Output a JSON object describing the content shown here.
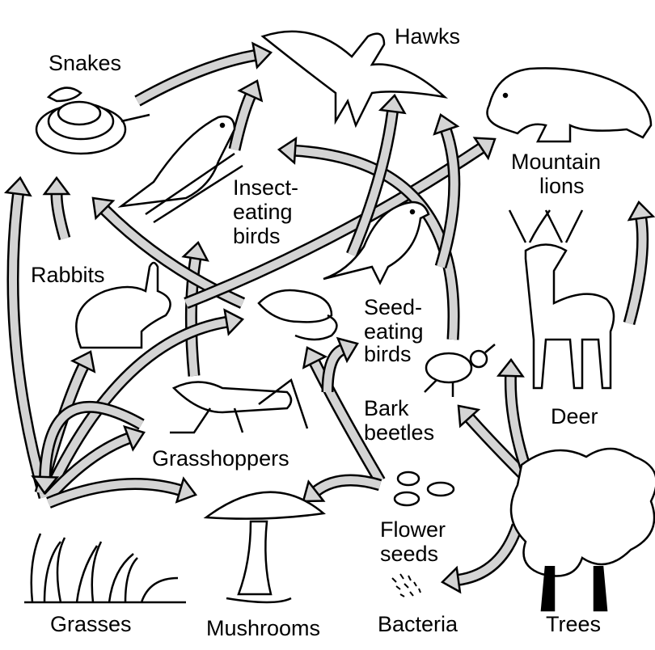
{
  "title": "Food web",
  "labels": {
    "snakes": "Snakes",
    "hawks": "Hawks",
    "mountain_lions_1": "Mountain",
    "mountain_lions_2": "lions",
    "insect_birds_1": "Insect-",
    "insect_birds_2": "eating",
    "insect_birds_3": "birds",
    "rabbits": "Rabbits",
    "seed_birds_1": "Seed-",
    "seed_birds_2": "eating",
    "seed_birds_3": "birds",
    "bark_beetles_1": "Bark",
    "bark_beetles_2": "beetles",
    "deer": "Deer",
    "grasshoppers": "Grasshoppers",
    "flower_seeds_1": "Flower",
    "flower_seeds_2": "seeds",
    "grasses": "Grasses",
    "mushrooms": "Mushrooms",
    "bacteria": "Bacteria",
    "trees": "Trees"
  },
  "colors": {
    "arrow_fill": "#d4d4d4",
    "outline": "#000000"
  }
}
